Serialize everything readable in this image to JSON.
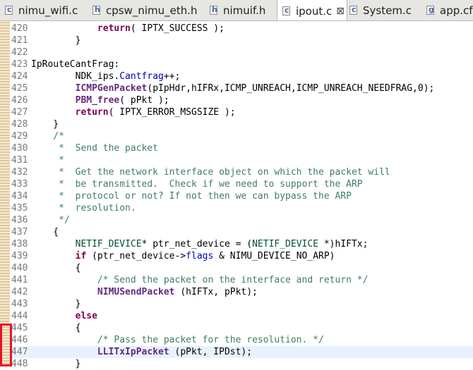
{
  "tabs": [
    {
      "label": "nimu_wifi.c",
      "active": false,
      "icon": "c-file-icon"
    },
    {
      "label": "cpsw_nimu_eth.h",
      "active": false,
      "icon": "h-file-icon"
    },
    {
      "label": "nimuif.h",
      "active": false,
      "icon": "h-file-icon"
    },
    {
      "label": "ipout.c",
      "active": true,
      "icon": "c-file-icon",
      "close_glyph": "⊠"
    },
    {
      "label": "System.c",
      "active": false,
      "icon": "c-file-icon"
    },
    {
      "label": "app.cfg",
      "active": false,
      "icon": "cfg-file-icon"
    }
  ],
  "editor": {
    "highlight_line": "447",
    "lines": [
      {
        "num": "420",
        "tokens": [
          {
            "t": "            ",
            "c": "pl"
          },
          {
            "t": "return",
            "c": "kw"
          },
          {
            "t": "( IPTX_SUCCESS );",
            "c": "pl"
          }
        ]
      },
      {
        "num": "421",
        "tokens": [
          {
            "t": "        }",
            "c": "pl"
          }
        ]
      },
      {
        "num": "422",
        "tokens": []
      },
      {
        "num": "423",
        "tokens": [
          {
            "t": "IpRouteCantFrag:",
            "c": "pl"
          }
        ]
      },
      {
        "num": "424",
        "tokens": [
          {
            "t": "        NDK_ips.",
            "c": "pl"
          },
          {
            "t": "Cantfrag",
            "c": "mb"
          },
          {
            "t": "++;",
            "c": "pl"
          }
        ]
      },
      {
        "num": "425",
        "tokens": [
          {
            "t": "        ",
            "c": "pl"
          },
          {
            "t": "ICMPGenPacket",
            "c": "fn"
          },
          {
            "t": "(pIpHdr,hIFRx,ICMP_UNREACH,ICMP_UNREACH_NEEDFRAG,0);",
            "c": "pl"
          }
        ]
      },
      {
        "num": "426",
        "tokens": [
          {
            "t": "        ",
            "c": "pl"
          },
          {
            "t": "PBM_free",
            "c": "fn"
          },
          {
            "t": "( pPkt );",
            "c": "pl"
          }
        ]
      },
      {
        "num": "427",
        "tokens": [
          {
            "t": "        ",
            "c": "pl"
          },
          {
            "t": "return",
            "c": "kw"
          },
          {
            "t": "( IPTX_ERROR_MSGSIZE );",
            "c": "pl"
          }
        ]
      },
      {
        "num": "428",
        "tokens": [
          {
            "t": "    }",
            "c": "pl"
          }
        ]
      },
      {
        "num": "429",
        "tokens": [
          {
            "t": "    /*",
            "c": "cm"
          }
        ]
      },
      {
        "num": "430",
        "tokens": [
          {
            "t": "     *  Send the packet",
            "c": "cm"
          }
        ]
      },
      {
        "num": "431",
        "tokens": [
          {
            "t": "     *",
            "c": "cm"
          }
        ]
      },
      {
        "num": "432",
        "tokens": [
          {
            "t": "     *  Get the network interface object on which the packet will",
            "c": "cm"
          }
        ]
      },
      {
        "num": "433",
        "tokens": [
          {
            "t": "     *  be transmitted.  Check if we need to support the ARP",
            "c": "cm"
          }
        ]
      },
      {
        "num": "434",
        "tokens": [
          {
            "t": "     *  protocol or not? If not then we can bypass the ARP",
            "c": "cm"
          }
        ]
      },
      {
        "num": "435",
        "tokens": [
          {
            "t": "     *  resolution.",
            "c": "cm"
          }
        ]
      },
      {
        "num": "436",
        "tokens": [
          {
            "t": "     */",
            "c": "cm"
          }
        ]
      },
      {
        "num": "437",
        "tokens": [
          {
            "t": "    {",
            "c": "pl"
          }
        ]
      },
      {
        "num": "438",
        "tokens": [
          {
            "t": "        ",
            "c": "pl"
          },
          {
            "t": "NETIF_DEVICE",
            "c": "ty"
          },
          {
            "t": "* ptr_net_device = (",
            "c": "pl"
          },
          {
            "t": "NETIF_DEVICE",
            "c": "ty"
          },
          {
            "t": " *)hIFTx;",
            "c": "pl"
          }
        ]
      },
      {
        "num": "439",
        "tokens": [
          {
            "t": "        ",
            "c": "pl"
          },
          {
            "t": "if",
            "c": "kw"
          },
          {
            "t": " (ptr_net_device->",
            "c": "pl"
          },
          {
            "t": "flags",
            "c": "mb"
          },
          {
            "t": " & NIMU_DEVICE_NO_ARP)",
            "c": "pl"
          }
        ]
      },
      {
        "num": "440",
        "tokens": [
          {
            "t": "        {",
            "c": "pl"
          }
        ]
      },
      {
        "num": "441",
        "tokens": [
          {
            "t": "            ",
            "c": "pl"
          },
          {
            "t": "/* Send the packet on the interface and return */",
            "c": "cm"
          }
        ]
      },
      {
        "num": "442",
        "tokens": [
          {
            "t": "            ",
            "c": "pl"
          },
          {
            "t": "NIMUSendPacket",
            "c": "fn"
          },
          {
            "t": " (hIFTx, pPkt);",
            "c": "pl"
          }
        ]
      },
      {
        "num": "443",
        "tokens": [
          {
            "t": "        }",
            "c": "pl"
          }
        ]
      },
      {
        "num": "444",
        "tokens": [
          {
            "t": "        ",
            "c": "pl"
          },
          {
            "t": "else",
            "c": "kw"
          }
        ]
      },
      {
        "num": "445",
        "tokens": [
          {
            "t": "        {",
            "c": "pl"
          }
        ]
      },
      {
        "num": "446",
        "tokens": [
          {
            "t": "            ",
            "c": "pl"
          },
          {
            "t": "/* Pass the packet for the resolution. */",
            "c": "cm"
          }
        ]
      },
      {
        "num": "447",
        "tokens": [
          {
            "t": "            ",
            "c": "pl"
          },
          {
            "t": "LLITxIpPacket",
            "c": "fn"
          },
          {
            "t": " (pPkt, IPDst);",
            "c": "pl"
          }
        ]
      },
      {
        "num": "448",
        "tokens": [
          {
            "t": "        }",
            "c": "pl"
          }
        ]
      }
    ]
  },
  "colors": {
    "keyword": "#7f0055",
    "comment": "#3f7f5f",
    "function": "#642880",
    "member": "#0000c0",
    "type": "#005032",
    "current_line": "#e8f2fe",
    "fold_marker_border": "#e8102a"
  }
}
